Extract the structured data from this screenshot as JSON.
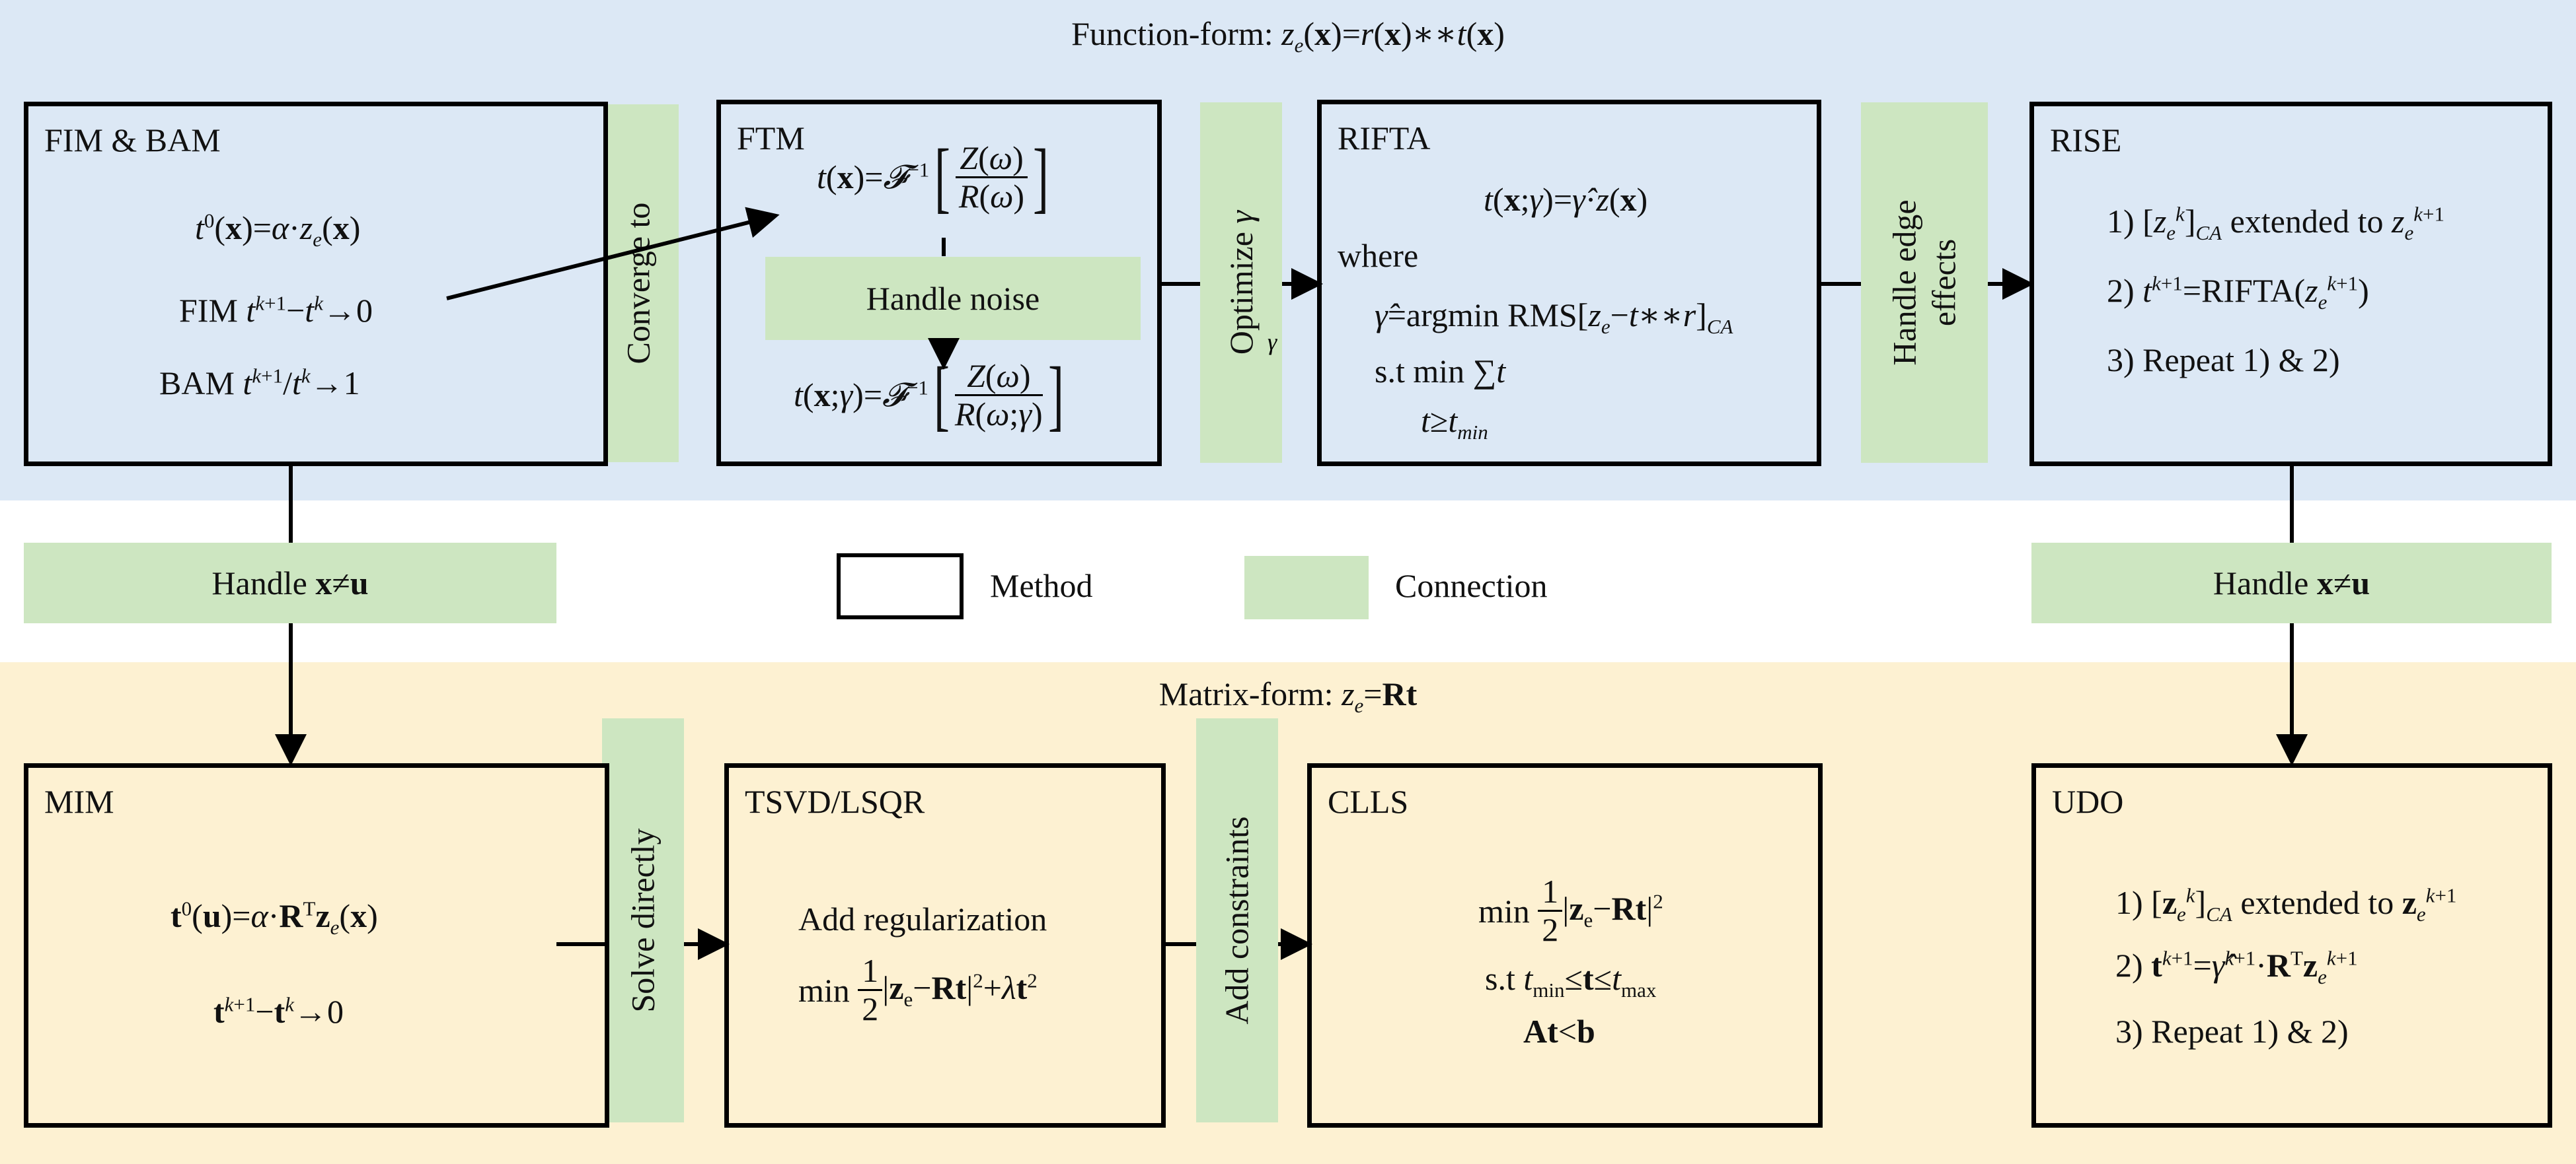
{
  "top": {
    "title": "Function-form: z_e(x)=r(x)∗∗t(x)",
    "boxes": [
      {
        "name": "FIM & BAM",
        "lines": [
          "t⁰(x)=α·z_e(x)",
          "FIM t^{k+1}−t^k→0",
          "BAM t^{k+1}/t^k→1"
        ]
      },
      {
        "name": "FTM",
        "lines": [
          "t(x)=F⁻¹[Z(ω)/R(ω)]",
          "t(x;γ)=F⁻¹[Z(ω)/R(ω;γ)]"
        ]
      },
      {
        "name": "RIFTA",
        "lines": [
          "t(x;γ)=γ̂·z(x)",
          "where",
          "γ̂=argmin RMS[z_e−t∗∗r]_CA",
          "s.t min ∑t",
          "t≥t_min"
        ]
      },
      {
        "name": "RISE",
        "lines": [
          "1) [z_e^k]_CA extended to z_e^{k+1}",
          "2) t^{k+1}=RIFTA(z_e^{k+1})",
          "3) Repeat 1) & 2)"
        ]
      }
    ],
    "connections": [
      "Converge to",
      "Optimize γ",
      "Handle edge effects"
    ],
    "handle_noise": "Handle noise"
  },
  "middle": {
    "left_handle": "Handle x≠u",
    "right_handle": "Handle x≠u",
    "legend": {
      "method": "Method",
      "connection": "Connection"
    }
  },
  "bottom": {
    "title": "Matrix-form: z_e=Rt",
    "boxes": [
      {
        "name": "MIM",
        "lines": [
          "t⁰(u)=α·Rᵀz_e(x)",
          "t^{k+1}−t^k→0"
        ]
      },
      {
        "name": "TSVD/LSQR",
        "lines": [
          "Add regularization",
          "min ½|z_e−Rt|²+λt²"
        ]
      },
      {
        "name": "CLLS",
        "lines": [
          "min ½|z_e−Rt|²",
          "s.t t_min≤t≤t_max",
          "At<b"
        ]
      },
      {
        "name": "UDO",
        "lines": [
          "1) [z_e^k]_CA extended to z_e^{k+1}",
          "2) t^{k+1}=γ̂^{k+1}·Rᵀz_e^{k+1}",
          "3) Repeat 1) & 2)"
        ]
      }
    ],
    "connections": [
      "Solve directly",
      "Add constraints"
    ]
  },
  "colors": {
    "top_band": "#dce8f5",
    "bottom_band": "#fdf1d2",
    "connection": "#cde6c1",
    "border": "#000000"
  }
}
